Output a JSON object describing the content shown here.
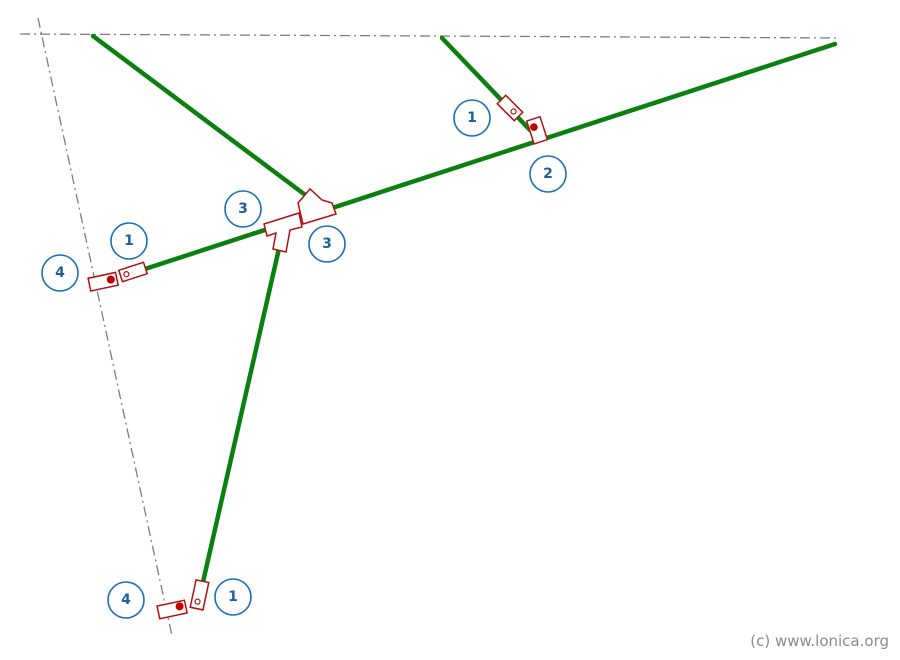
{
  "callouts": {
    "top_right_fitting_1": "1",
    "top_right_fitting_2": "2",
    "tee_upper_3": "3",
    "tee_lower_3": "3",
    "left_fitting_1": "1",
    "left_fitting_4": "4",
    "bottom_fitting_1": "1",
    "bottom_fitting_4": "4"
  },
  "copyright": "(c) www.lonica.org",
  "colors": {
    "pipe": "#0a8010",
    "fitting": "#b01010",
    "callout": "#1a6fb8",
    "boundary": "#7d7d7d"
  }
}
